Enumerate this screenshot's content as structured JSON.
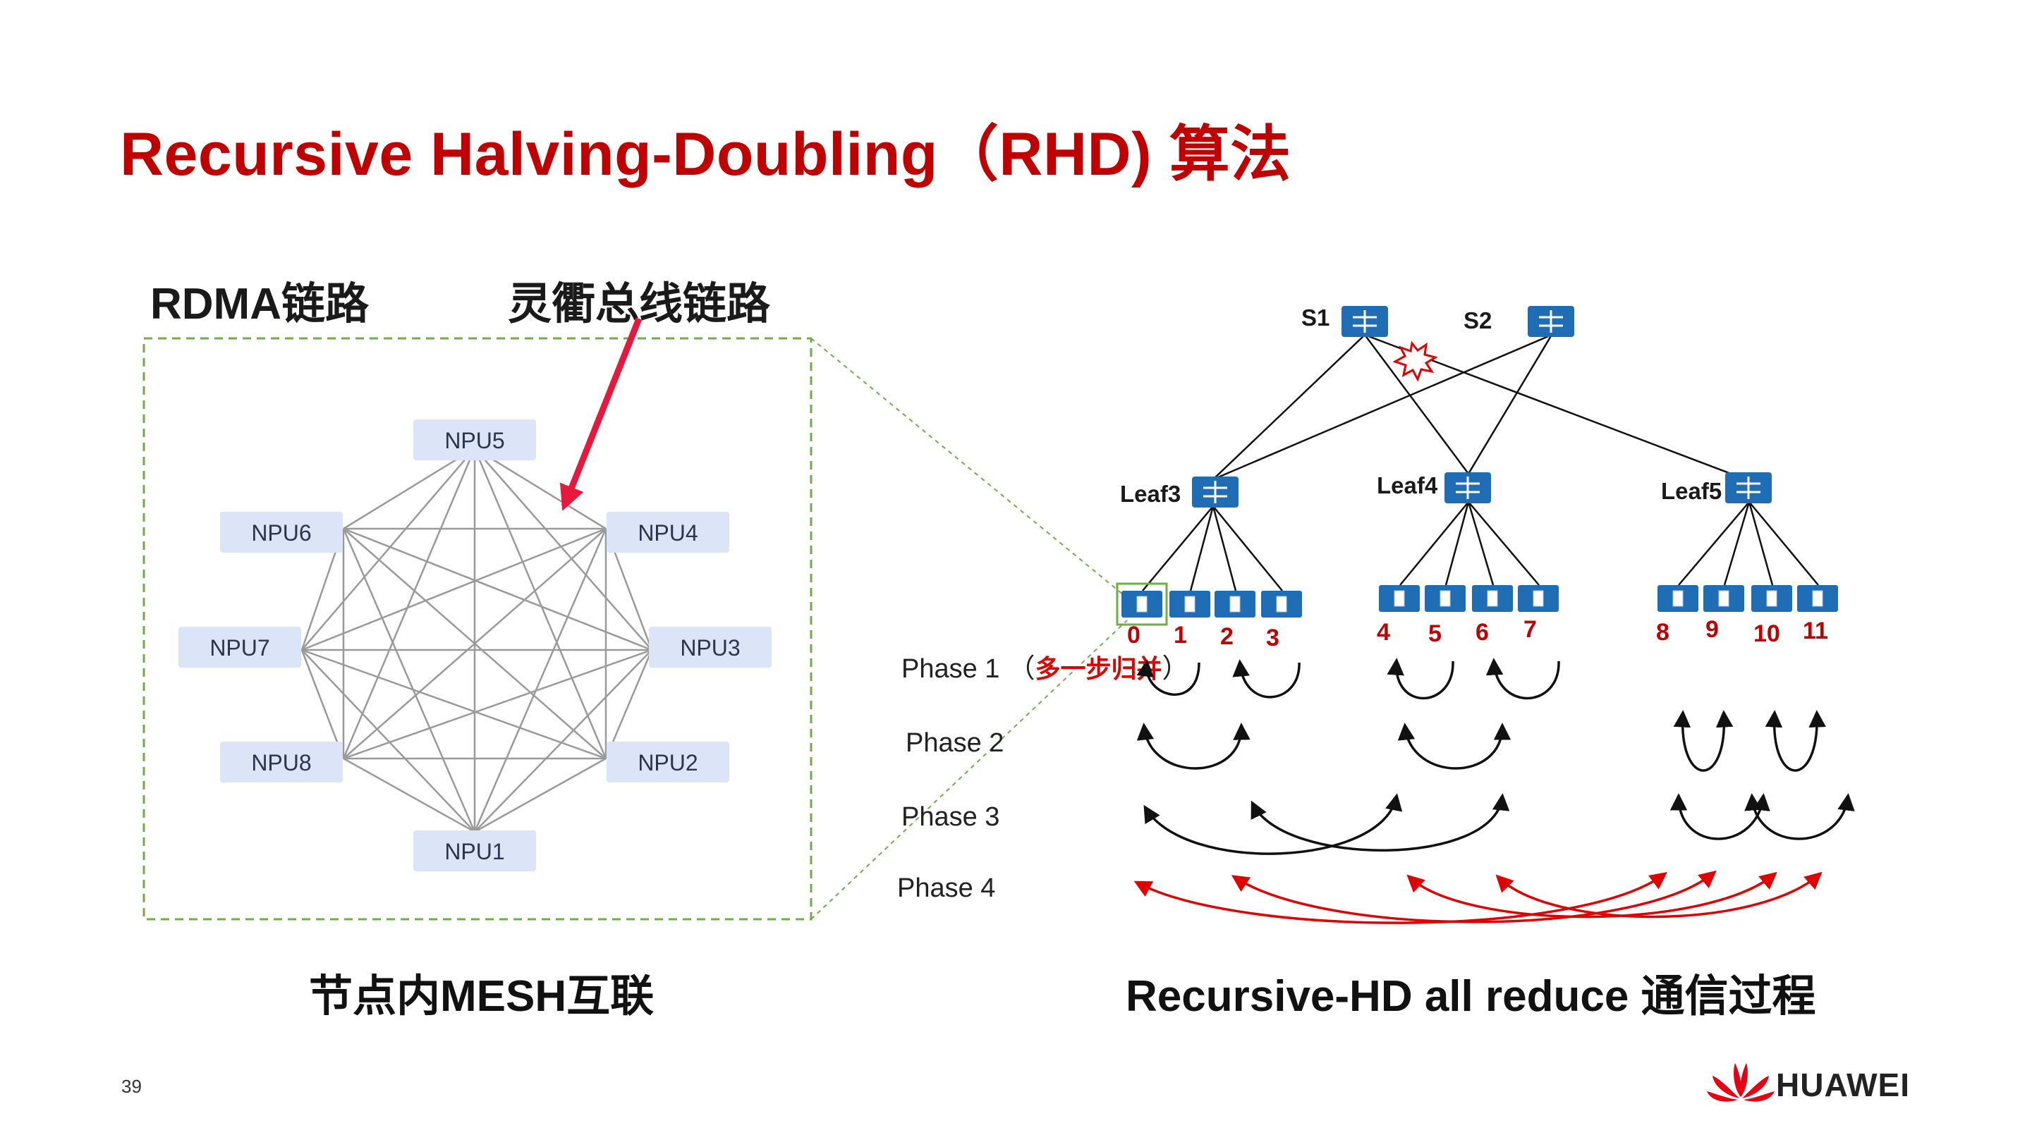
{
  "title": "Recursive Halving-Doubling（RHD) 算法",
  "labels": {
    "rdma": "RDMA链路",
    "lingqu": "灵衢总线链路"
  },
  "captions": {
    "left": "节点内MESH互联",
    "right": "Recursive-HD all reduce 通信过程"
  },
  "mesh": {
    "npus": [
      "NPU1",
      "NPU2",
      "NPU3",
      "NPU4",
      "NPU5",
      "NPU6",
      "NPU7",
      "NPU8"
    ]
  },
  "topology": {
    "spines": [
      "S1",
      "S2"
    ],
    "leaves": [
      "Leaf3",
      "Leaf4",
      "Leaf5"
    ],
    "nodes": [
      "0",
      "1",
      "2",
      "3",
      "4",
      "5",
      "6",
      "7",
      "8",
      "9",
      "10",
      "11"
    ]
  },
  "phases": {
    "p1": "Phase 1",
    "p1_open": "（",
    "p1_note": "多一步归并",
    "p1_close": "）",
    "p2": "Phase 2",
    "p3": "Phase 3",
    "p4": "Phase 4"
  },
  "colors": {
    "title": "#c00000",
    "switch": "#1f6db5",
    "npu_box": "#dbe5f7",
    "mesh_frame": "#70ad47",
    "phase4_arrow": "#e00000",
    "fault_mark": "#e00000"
  },
  "icons": {
    "switch": "switch-icon",
    "server": "server-icon",
    "fault": "fault-star-icon",
    "logo": "huawei-logo-icon"
  },
  "footer": {
    "page": "39",
    "brand": "HUAWEI"
  }
}
